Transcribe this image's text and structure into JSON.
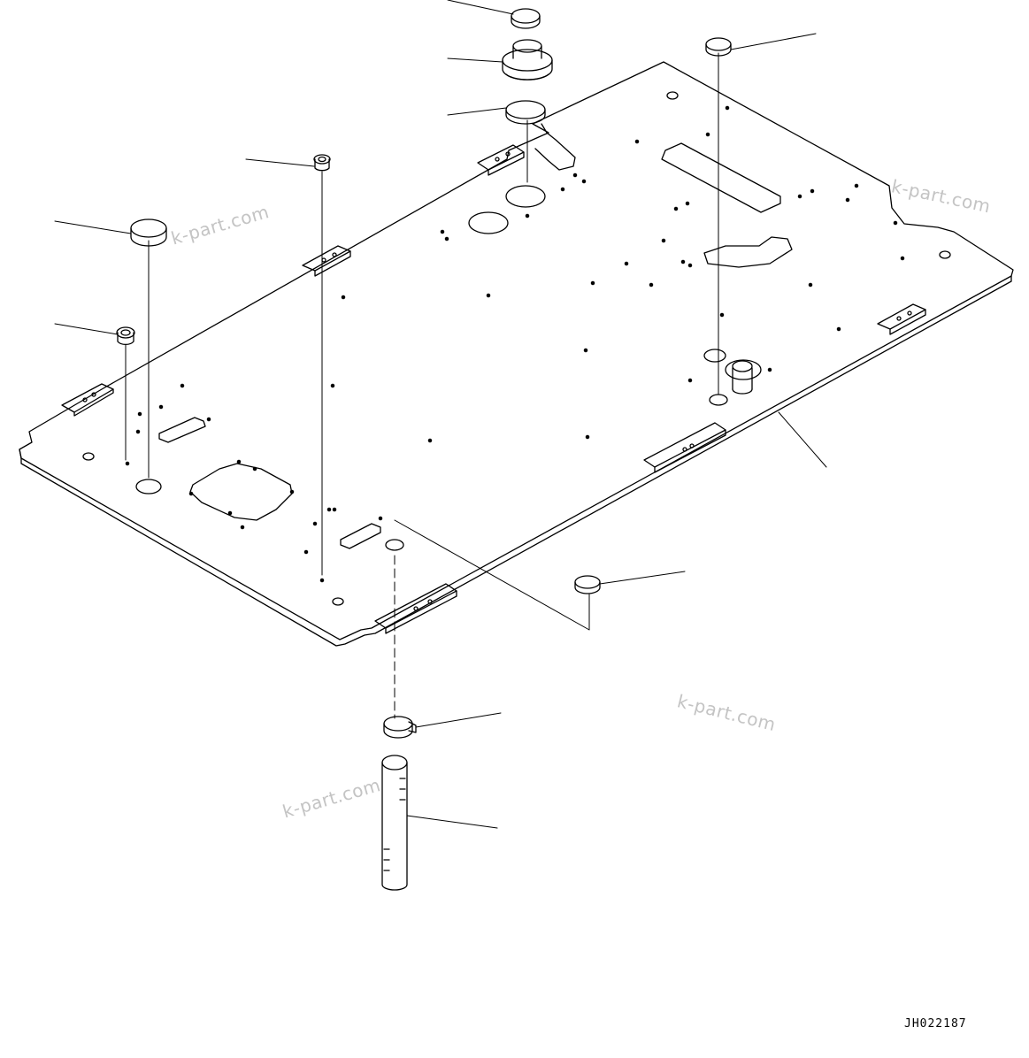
{
  "diagram": {
    "drawing_code": "JH022187",
    "watermarks": [
      "k-part.com",
      "k-part.com",
      "k-part.com",
      "k-part.com"
    ]
  }
}
